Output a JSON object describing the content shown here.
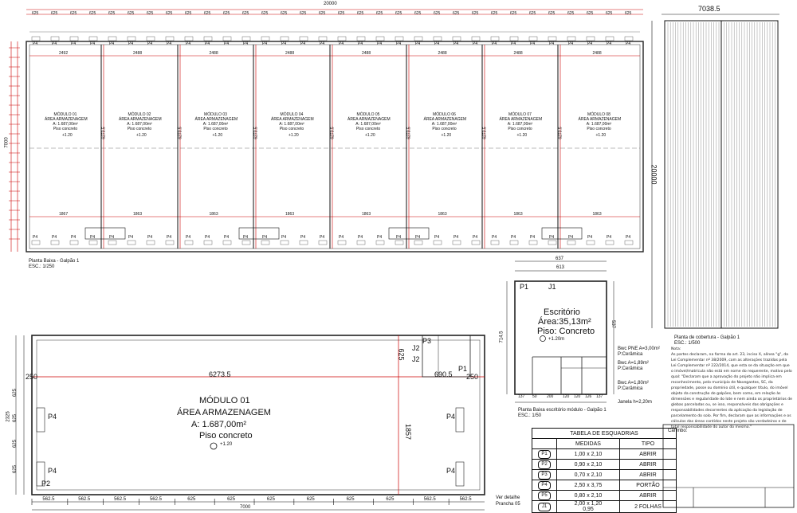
{
  "top_plan": {
    "title": "Planta Baixa - Galpão 1",
    "scale": "ESC.: 1/250",
    "overall_width": "20000",
    "top_dims": [
      "625",
      "625",
      "625",
      "625",
      "625",
      "625",
      "625",
      "625",
      "625",
      "625",
      "625",
      "625",
      "625",
      "625",
      "625",
      "625",
      "625",
      "625",
      "625",
      "625",
      "625",
      "625",
      "625",
      "625",
      "625",
      "625",
      "625",
      "625",
      "625",
      "625",
      "625",
      "625"
    ],
    "module_widths": [
      "2492",
      "2488",
      "2488",
      "2488",
      "2488",
      "2488",
      "2488",
      "2488"
    ],
    "bottom_widths": [
      "1867",
      "1863",
      "1863",
      "1863",
      "1863",
      "1863",
      "1863",
      "1863"
    ],
    "left_height": "7000",
    "depth_label": "6273.5",
    "modules": [
      {
        "name": "MÓDULO 01",
        "area": "A: 1.687,00m²",
        "floor": "Piso concreto",
        "level": "+1.20"
      },
      {
        "name": "MÓDULO 02",
        "area": "A: 1.687,00m²",
        "floor": "Piso concreto",
        "level": "+1.20"
      },
      {
        "name": "MÓDULO 03",
        "area": "A: 1.687,00m²",
        "floor": "Piso concreto",
        "level": "+1.20"
      },
      {
        "name": "MÓDULO 04",
        "area": "A: 1.687,00m²",
        "floor": "Piso concreto",
        "level": "+1.20"
      },
      {
        "name": "MÓDULO 05",
        "area": "A: 1.687,00m²",
        "floor": "Piso concreto",
        "level": "+1.20"
      },
      {
        "name": "MÓDULO 06",
        "area": "A: 1.687,00m²",
        "floor": "Piso concreto",
        "level": "+1.20"
      },
      {
        "name": "MÓDULO 07",
        "area": "A: 1.687,00m²",
        "floor": "Piso concreto",
        "level": "+1.20"
      },
      {
        "name": "MÓDULO 08",
        "area": "A: 1.687,00m²",
        "floor": "Piso concreto",
        "level": "+1.20"
      }
    ],
    "area_label": "ÁREA ARMAZENAGEM",
    "door_tag": "P4"
  },
  "roof_plan": {
    "width": "7038.5",
    "height": "20000",
    "title": "Planta de cobertura - Galpão 1",
    "scale": "ESC.: 1/500"
  },
  "detail_plan": {
    "module_name": "MÓDULO 01",
    "area_name": "ÁREA ARMAZENAGEM",
    "area": "A: 1.687,00m²",
    "floor": "Piso concreto",
    "level": "+1.20",
    "width_label": "6273.5",
    "left_dim": "250",
    "right_dim_1": "690.5",
    "right_dim_2": "250",
    "height_1857": "1857",
    "height_625": "625",
    "left_heights": [
      "625",
      "625",
      "625",
      "625"
    ],
    "left_total": "2325",
    "bottom_dims": [
      "562.5",
      "562.5",
      "562.5",
      "562.5",
      "625",
      "625",
      "625",
      "625",
      "625",
      "625",
      "562.5",
      "562.5"
    ],
    "total_width": "7000",
    "note": "Ver detalhe",
    "note2": "Prancha 05",
    "tags": {
      "p4": "P4",
      "p2": "P2",
      "p1": "P1",
      "p3": "P3",
      "j1": "J1",
      "j2": "J2"
    }
  },
  "office": {
    "title": "Escritório",
    "area": "Área:35,13m²",
    "floor": "Piso: Concreto",
    "level": "+1.20m",
    "width_top": "637",
    "width_inner": "613",
    "height": "714.5",
    "height2": "537",
    "plan_title": "Planta Baixa escritório módulo - Galpão 1",
    "plan_scale": "ESC.: 1/50",
    "bathrooms": [
      {
        "label": "Bwc PNE A=3,00m²",
        "floor": "P:Cerâmica"
      },
      {
        "label": "Bwc A=1,89m²",
        "floor": "P:Cerâmica"
      },
      {
        "label": "Bwc A=1,80m²",
        "floor": "P:Cerâmica"
      }
    ],
    "window_note": "Janela h=2,20m",
    "bottom_dims": [
      "137",
      "50",
      "200",
      "120",
      "120",
      "126",
      "137"
    ]
  },
  "schedule": {
    "title": "TABELA DE ESQUADRIAS",
    "headers": [
      "MEDIDAS",
      "TIPO"
    ],
    "rows": [
      {
        "code": "P1",
        "size": "1,00 x 2,10",
        "type": "ABRIR"
      },
      {
        "code": "P2",
        "size": "0,90 x 2,10",
        "type": "ABRIR"
      },
      {
        "code": "P3",
        "size": "0,70 x 2,10",
        "type": "ABRIR"
      },
      {
        "code": "P4",
        "size": "2,50 x 3,75",
        "type": "PORTÃO"
      },
      {
        "code": "P5",
        "size": "0,80 x 2,10",
        "type": "ABRIR"
      },
      {
        "code": "J1",
        "size": "2,00 x 1,20",
        "type": "2 FOLHAS"
      }
    ],
    "partial_row": "0,95"
  },
  "notes": {
    "heading": "Nota:",
    "body": "As partes declaram, na forma do art. 23, inciso X, alínea \"g\", da Lei Complementar nº 38/2009, com as alterações trazidas pela Lei Complementar nº 222/2014, que esta se da situação em que o imóvel/matrícula não está em nome do requerente, motivo pelo qual: \"Declaram que a aprovação do projeto não implica em reconhecimento, pelo município de Navegantes, SC, da propriedade, posse ou domínio útil, e qualquer título, do imóvel objeto da construção de galpões, bem como, em relação às dimensões e regularidade do lote e nem ainda os proprietários de glebas parceladas ou, se isso, responsáveis das obrigações e responsabilidades decorrentes da aplicação da legislação de parcelamento do solo. Por fim, declaram que as informações e os cálculos das áreas contidos neste projeto são verdadeiros e de total responsabilidade do autor do mesmo.\""
  },
  "title_block": {
    "label": "Carimbo:"
  }
}
